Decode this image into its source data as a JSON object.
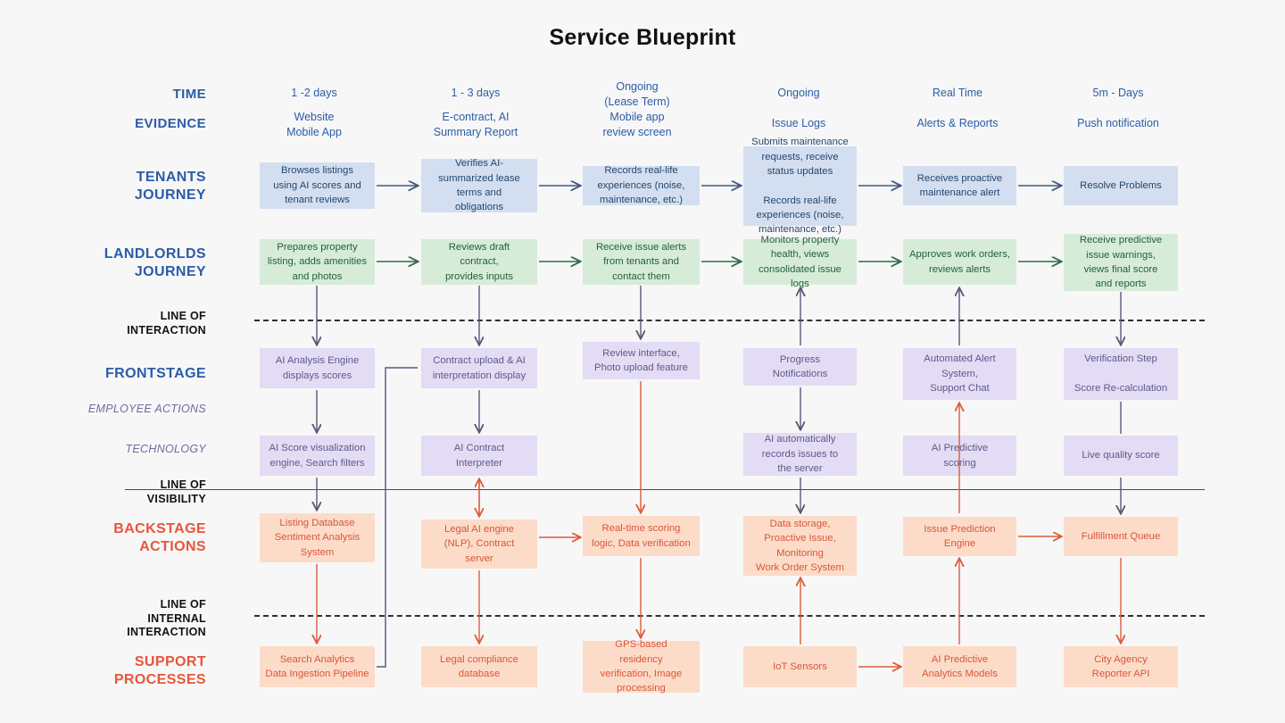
{
  "title": "Service Blueprint",
  "colors": {
    "accent_blue": "#2b5ca8",
    "accent_red": "#e8553c",
    "tenant_box": "#d3dff0",
    "landlord_box": "#d6ecd9",
    "frontstage_box": "#e3dcf4",
    "backstage_box": "#fcdcc8",
    "background": "#f7f7f7"
  },
  "row_labels": {
    "time": "TIME",
    "evidence": "EVIDENCE",
    "tenants_journey": "TENANTS\nJOURNEY",
    "landlords_journey": "LANDLORLDS\nJOURNEY",
    "line_of_interaction": "LINE OF\nINTERACTION",
    "frontstage": "FRONTSTAGE",
    "employee_actions": "EMPLOYEE ACTIONS",
    "technology": "TECHNOLOGY",
    "line_of_visibility": "LINE OF\nVISIBILITY",
    "backstage_actions": "BACKSTAGE\nACTIONS",
    "line_of_internal_interaction": "LINE OF\nINTERNAL\nINTERACTION",
    "support_processes": "SUPPORT\nPROCESSES"
  },
  "time": [
    "1 -2 days",
    "1 - 3 days",
    "Ongoing\n(Lease Term)",
    "Ongoing",
    "Real Time",
    "5m - Days"
  ],
  "evidence": [
    "Website\nMobile App",
    "E-contract, AI\nSummary Report",
    "Mobile app\nreview screen",
    "Issue Logs",
    "Alerts & Reports",
    "Push notification"
  ],
  "tenants_journey": [
    "Browses listings\nusing AI scores and\ntenant reviews",
    "Verifies AI-\nsummarized lease\nterms and\nobligations",
    "Records real-life\nexperiences (noise,\nmaintenance, etc.)",
    "Submits maintenance\nrequests, receive\nstatus updates\n\nRecords real-life\nexperiences (noise,\nmaintenance, etc.)",
    "Receives proactive\nmaintenance alert",
    "Resolve Problems"
  ],
  "landlords_journey": [
    "Prepares property\nlisting, adds amenities\nand photos",
    "Reviews draft\ncontract,\nprovides inputs",
    "Receive issue alerts\nfrom tenants and\ncontact them",
    "Monitors property\nhealth, views\nconsolidated issue logs",
    "Approves work orders,\nreviews alerts",
    "Receive predictive\nissue warnings,\nviews final score\nand reports"
  ],
  "frontstage": [
    "AI Analysis Engine\ndisplays scores",
    "Contract upload & AI\ninterpretation display",
    "Review interface,\nPhoto upload feature",
    "Progress\nNotifications",
    "Automated Alert System,\nSupport Chat",
    "Verification Step\n\nScore Re-calculation"
  ],
  "technology": [
    "AI Score visualization\nengine, Search filters",
    "AI Contract\nInterpreter",
    "",
    "AI automatically\nrecords issues to\nthe server",
    "AI Predictive\nscoring",
    "Live quality score"
  ],
  "backstage_actions": [
    "Listing Database\nSentiment Analysis\nSystem",
    "Legal AI engine\n(NLP), Contract\nserver",
    "Real-time scoring\nlogic, Data verification",
    "Data storage,\nProactive Issue,\nMonitoring\nWork Order System",
    "Issue Prediction\nEngine",
    "Fulfillment Queue"
  ],
  "support_processes": [
    "Search Analytics\nData Ingestion Pipeline",
    "Legal compliance\ndatabase",
    "GPS-based\nresidency\nverification, Image\nprocessing",
    "IoT Sensors",
    "AI Predictive\nAnalytics Models",
    "City Agency\nReporter API"
  ]
}
